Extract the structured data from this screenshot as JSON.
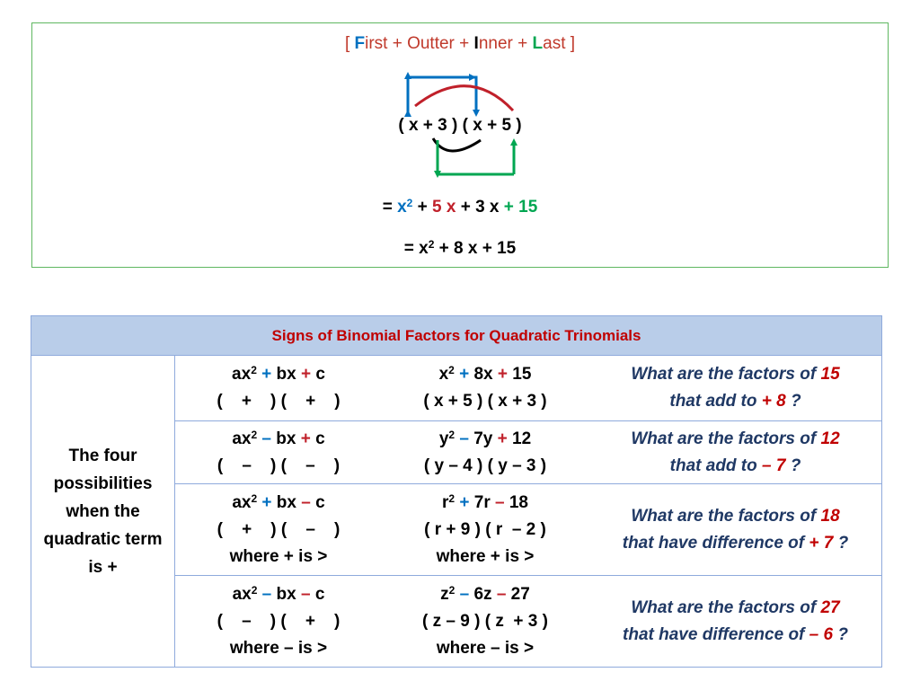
{
  "foil": {
    "bracket_open": "[ ",
    "first_initial": "F",
    "first_rest": "irst + Outter + ",
    "inner_initial": "I",
    "inner_rest": "nner + ",
    "last_initial": "L",
    "last_rest": "ast",
    "bracket_close": " ]",
    "product": "( x + 3 ) ( x + 5 )",
    "expanded": {
      "prefix": "= ",
      "term1_base": "x",
      "term1_exp": "2",
      "op1": " + ",
      "term2": "5 x",
      "middle": " + 3 x ",
      "term4": "+ 15"
    },
    "result": {
      "prefix": "= x",
      "exp": "2",
      "rest": " + 8 x + 15"
    }
  },
  "colors": {
    "blue": "#0070c0",
    "red": "#c0202a",
    "green": "#00a651",
    "navy": "#1f3864",
    "header_bg": "#b9cde9"
  },
  "table": {
    "title": "Signs of Binomial Factors for Quadratic Trinomials",
    "row_label": "The four possibilities when the quadratic term is +",
    "rows": [
      {
        "pattern": {
          "a": "ax",
          "a_exp": "2",
          "s1": " + ",
          "b": "bx ",
          "s2": "+",
          "c": " c"
        },
        "signs": "(    +    ) (    +    )",
        "example": {
          "v": "x",
          "v_exp": "2",
          "s1": " + ",
          "b": "8x ",
          "s2": "+",
          "c": " 15"
        },
        "factored": "( x + 5 ) ( x + 3 )",
        "note": "",
        "question": {
          "l1_pre": "What are the factors of ",
          "l1_num": "15",
          "l2_pre": "that add to ",
          "l2_val": "+ 8",
          "l2_post": " ?"
        }
      },
      {
        "pattern": {
          "a": "ax",
          "a_exp": "2",
          "s1": " – ",
          "b": "bx ",
          "s2": "+",
          "c": " c"
        },
        "signs": "(    –    ) (    –    )",
        "example": {
          "v": "y",
          "v_exp": "2",
          "s1": " – ",
          "b": "7y ",
          "s2": "+",
          "c": " 12"
        },
        "factored": "( y – 4 ) ( y – 3 )",
        "note": "",
        "question": {
          "l1_pre": "What are the factors of ",
          "l1_num": "12",
          "l2_pre": "that add to ",
          "l2_val": "– 7",
          "l2_post": " ?"
        }
      },
      {
        "pattern": {
          "a": "ax",
          "a_exp": "2",
          "s1": " + ",
          "b": "bx ",
          "s2": "–",
          "c": " c"
        },
        "signs": "(    +    ) (    –    )",
        "example": {
          "v": "r",
          "v_exp": "2",
          "s1": " + ",
          "b": "7r ",
          "s2": "–",
          "c": " 18"
        },
        "factored": "( r + 9 ) ( r  – 2 )",
        "note1": "where + is >",
        "note2": "where + is >",
        "question": {
          "l1_pre": "What are the factors of ",
          "l1_num": "18",
          "l2_pre": "that have difference of ",
          "l2_val": "+ 7",
          "l2_post": " ?"
        }
      },
      {
        "pattern": {
          "a": "ax",
          "a_exp": "2",
          "s1": " – ",
          "b": "bx ",
          "s2": "–",
          "c": " c"
        },
        "signs": "(    –    ) (    +    )",
        "example": {
          "v": "z",
          "v_exp": "2",
          "s1": " – ",
          "b": "6z ",
          "s2": "–",
          "c": " 27"
        },
        "factored": "( z – 9 ) ( z  + 3 )",
        "note1": "where – is >",
        "note2": "where – is >",
        "question": {
          "l1_pre": "What are the factors of ",
          "l1_num": "27",
          "l2_pre": "that have difference of ",
          "l2_val": "– 6",
          "l2_post": " ?"
        }
      }
    ]
  }
}
